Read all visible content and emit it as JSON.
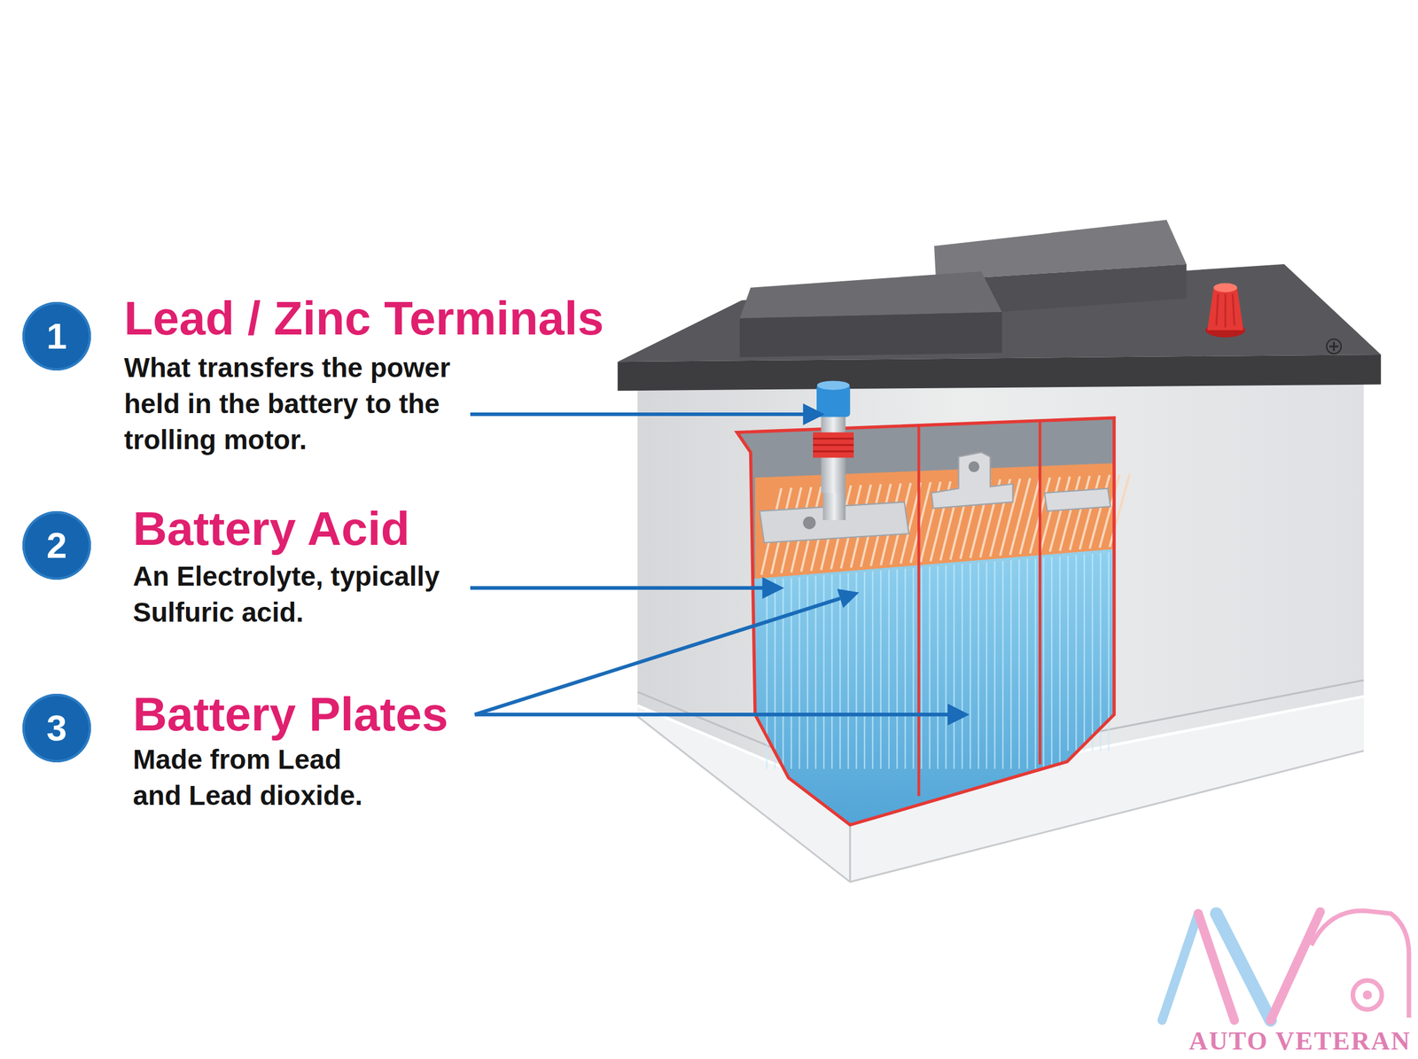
{
  "diagram": {
    "nodes": [
      {
        "text": [
          "1"
        ]
      },
      {
        "text": [
          "2"
        ]
      },
      {
        "text": [
          "3"
        ]
      }
    ],
    "labels": [
      "Lead / Zinc Terminals",
      "What transfers the power held in the battery to the trolling motor.",
      "Battery Acid",
      "An Electrolyte, typically Sulfuric acid.",
      "Battery Plates",
      "Made from Lead and Lead dioxide.",
      "AUTO VETERAN"
    ]
  }
}
